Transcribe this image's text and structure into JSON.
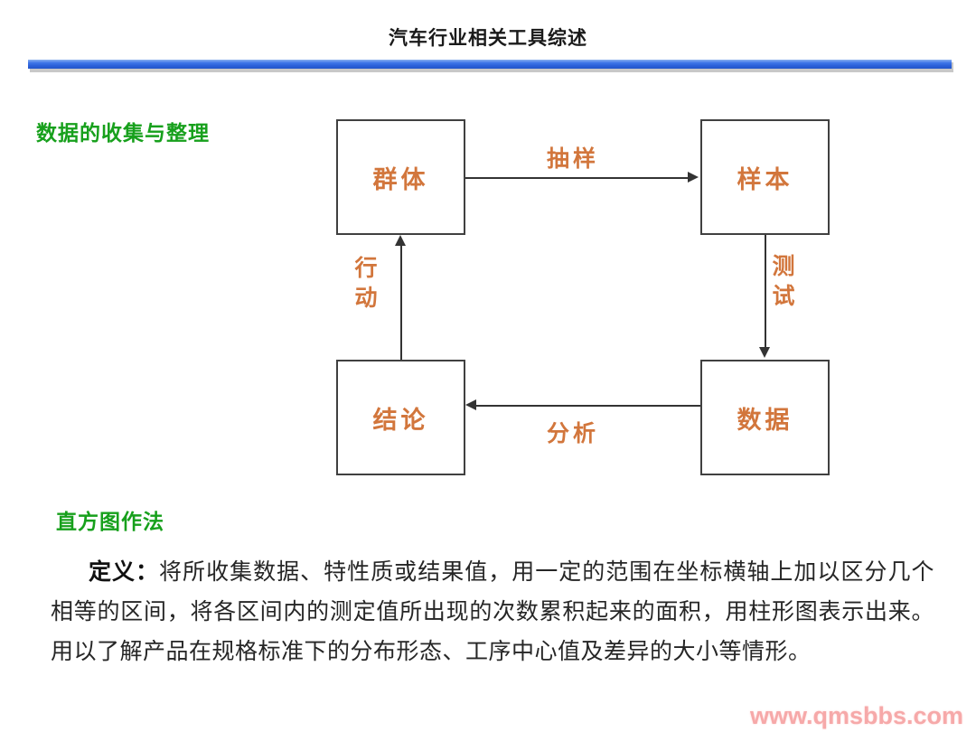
{
  "header": {
    "title": "汽车行业相关工具综述",
    "rule_color": "#3f76e8"
  },
  "sections": {
    "data_collection_heading": "数据的收集与整理",
    "histogram_heading": "直方图作法"
  },
  "diagram": {
    "nodes": [
      {
        "id": "population",
        "label": "群体"
      },
      {
        "id": "sample",
        "label": "样本"
      },
      {
        "id": "data",
        "label": "数据"
      },
      {
        "id": "conclusion",
        "label": "结论"
      }
    ],
    "edges": [
      {
        "id": "sampling",
        "label": "抽样",
        "from": "population",
        "to": "sample",
        "direction": "right"
      },
      {
        "id": "test",
        "label": "测试",
        "from": "sample",
        "to": "data",
        "direction": "down"
      },
      {
        "id": "analysis",
        "label": "分析",
        "from": "data",
        "to": "conclusion",
        "direction": "left"
      },
      {
        "id": "action",
        "label": "行动",
        "from": "conclusion",
        "to": "population",
        "direction": "up"
      }
    ],
    "node_text_color": "#d2763c",
    "box_border_color": "#404040"
  },
  "definition": {
    "term": "定义",
    "separator": "：",
    "body": "将所收集数据、特性质或结果值，用一定的范围在坐标横轴上加以区分几个相等的区间，将各区间内的测定值所出现的次数累积起来的面积，用柱形图表示出来。用以了解产品在规格标准下的分布形态、工序中心值及差异的大小等情形。"
  },
  "watermark": {
    "text": "www.qmsbbs.com",
    "color": "#f6a9a9"
  }
}
